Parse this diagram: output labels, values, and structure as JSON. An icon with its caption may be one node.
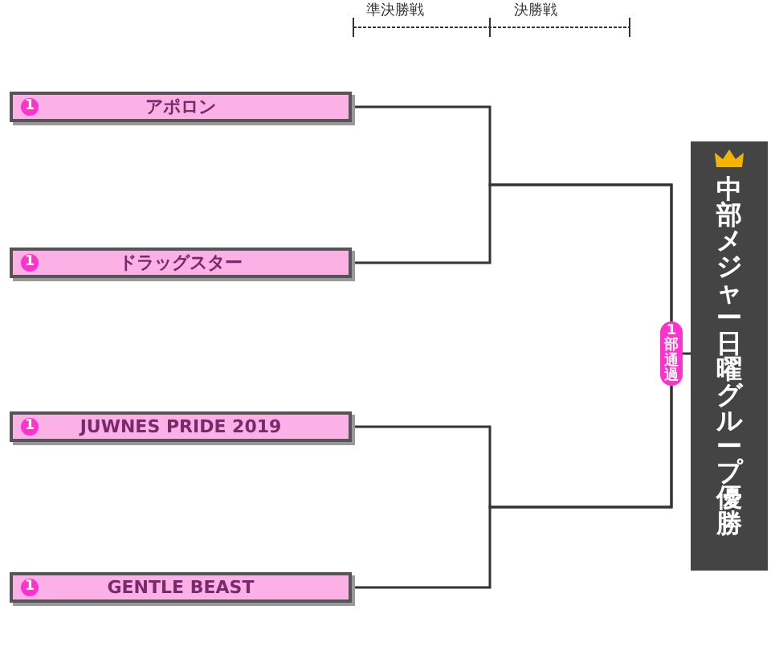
{
  "diagram": {
    "nodes": [
      {
        "text": [
          "1",
          "アポロン"
        ]
      },
      {
        "text": [
          "1",
          "ドラッグスター"
        ]
      },
      {
        "text": [
          "1",
          "JUWNES PRIDE 2019"
        ]
      },
      {
        "text": [
          "1",
          "GENTLE BEAST"
        ]
      },
      {
        "text": [
          "1部通過"
        ]
      },
      {
        "text": [
          "中部メジャー日曜グループ優勝"
        ]
      }
    ],
    "edges": [
      {
        "from": 0,
        "to": 4,
        "arrow": "none"
      },
      {
        "from": 1,
        "to": 4,
        "arrow": "none"
      },
      {
        "from": 2,
        "to": 4,
        "arrow": "none"
      },
      {
        "from": 3,
        "to": 4,
        "arrow": "none"
      },
      {
        "from": 4,
        "to": 5,
        "arrow": "none"
      }
    ],
    "labels": [
      "準決勝戦",
      "決勝戦"
    ]
  }
}
